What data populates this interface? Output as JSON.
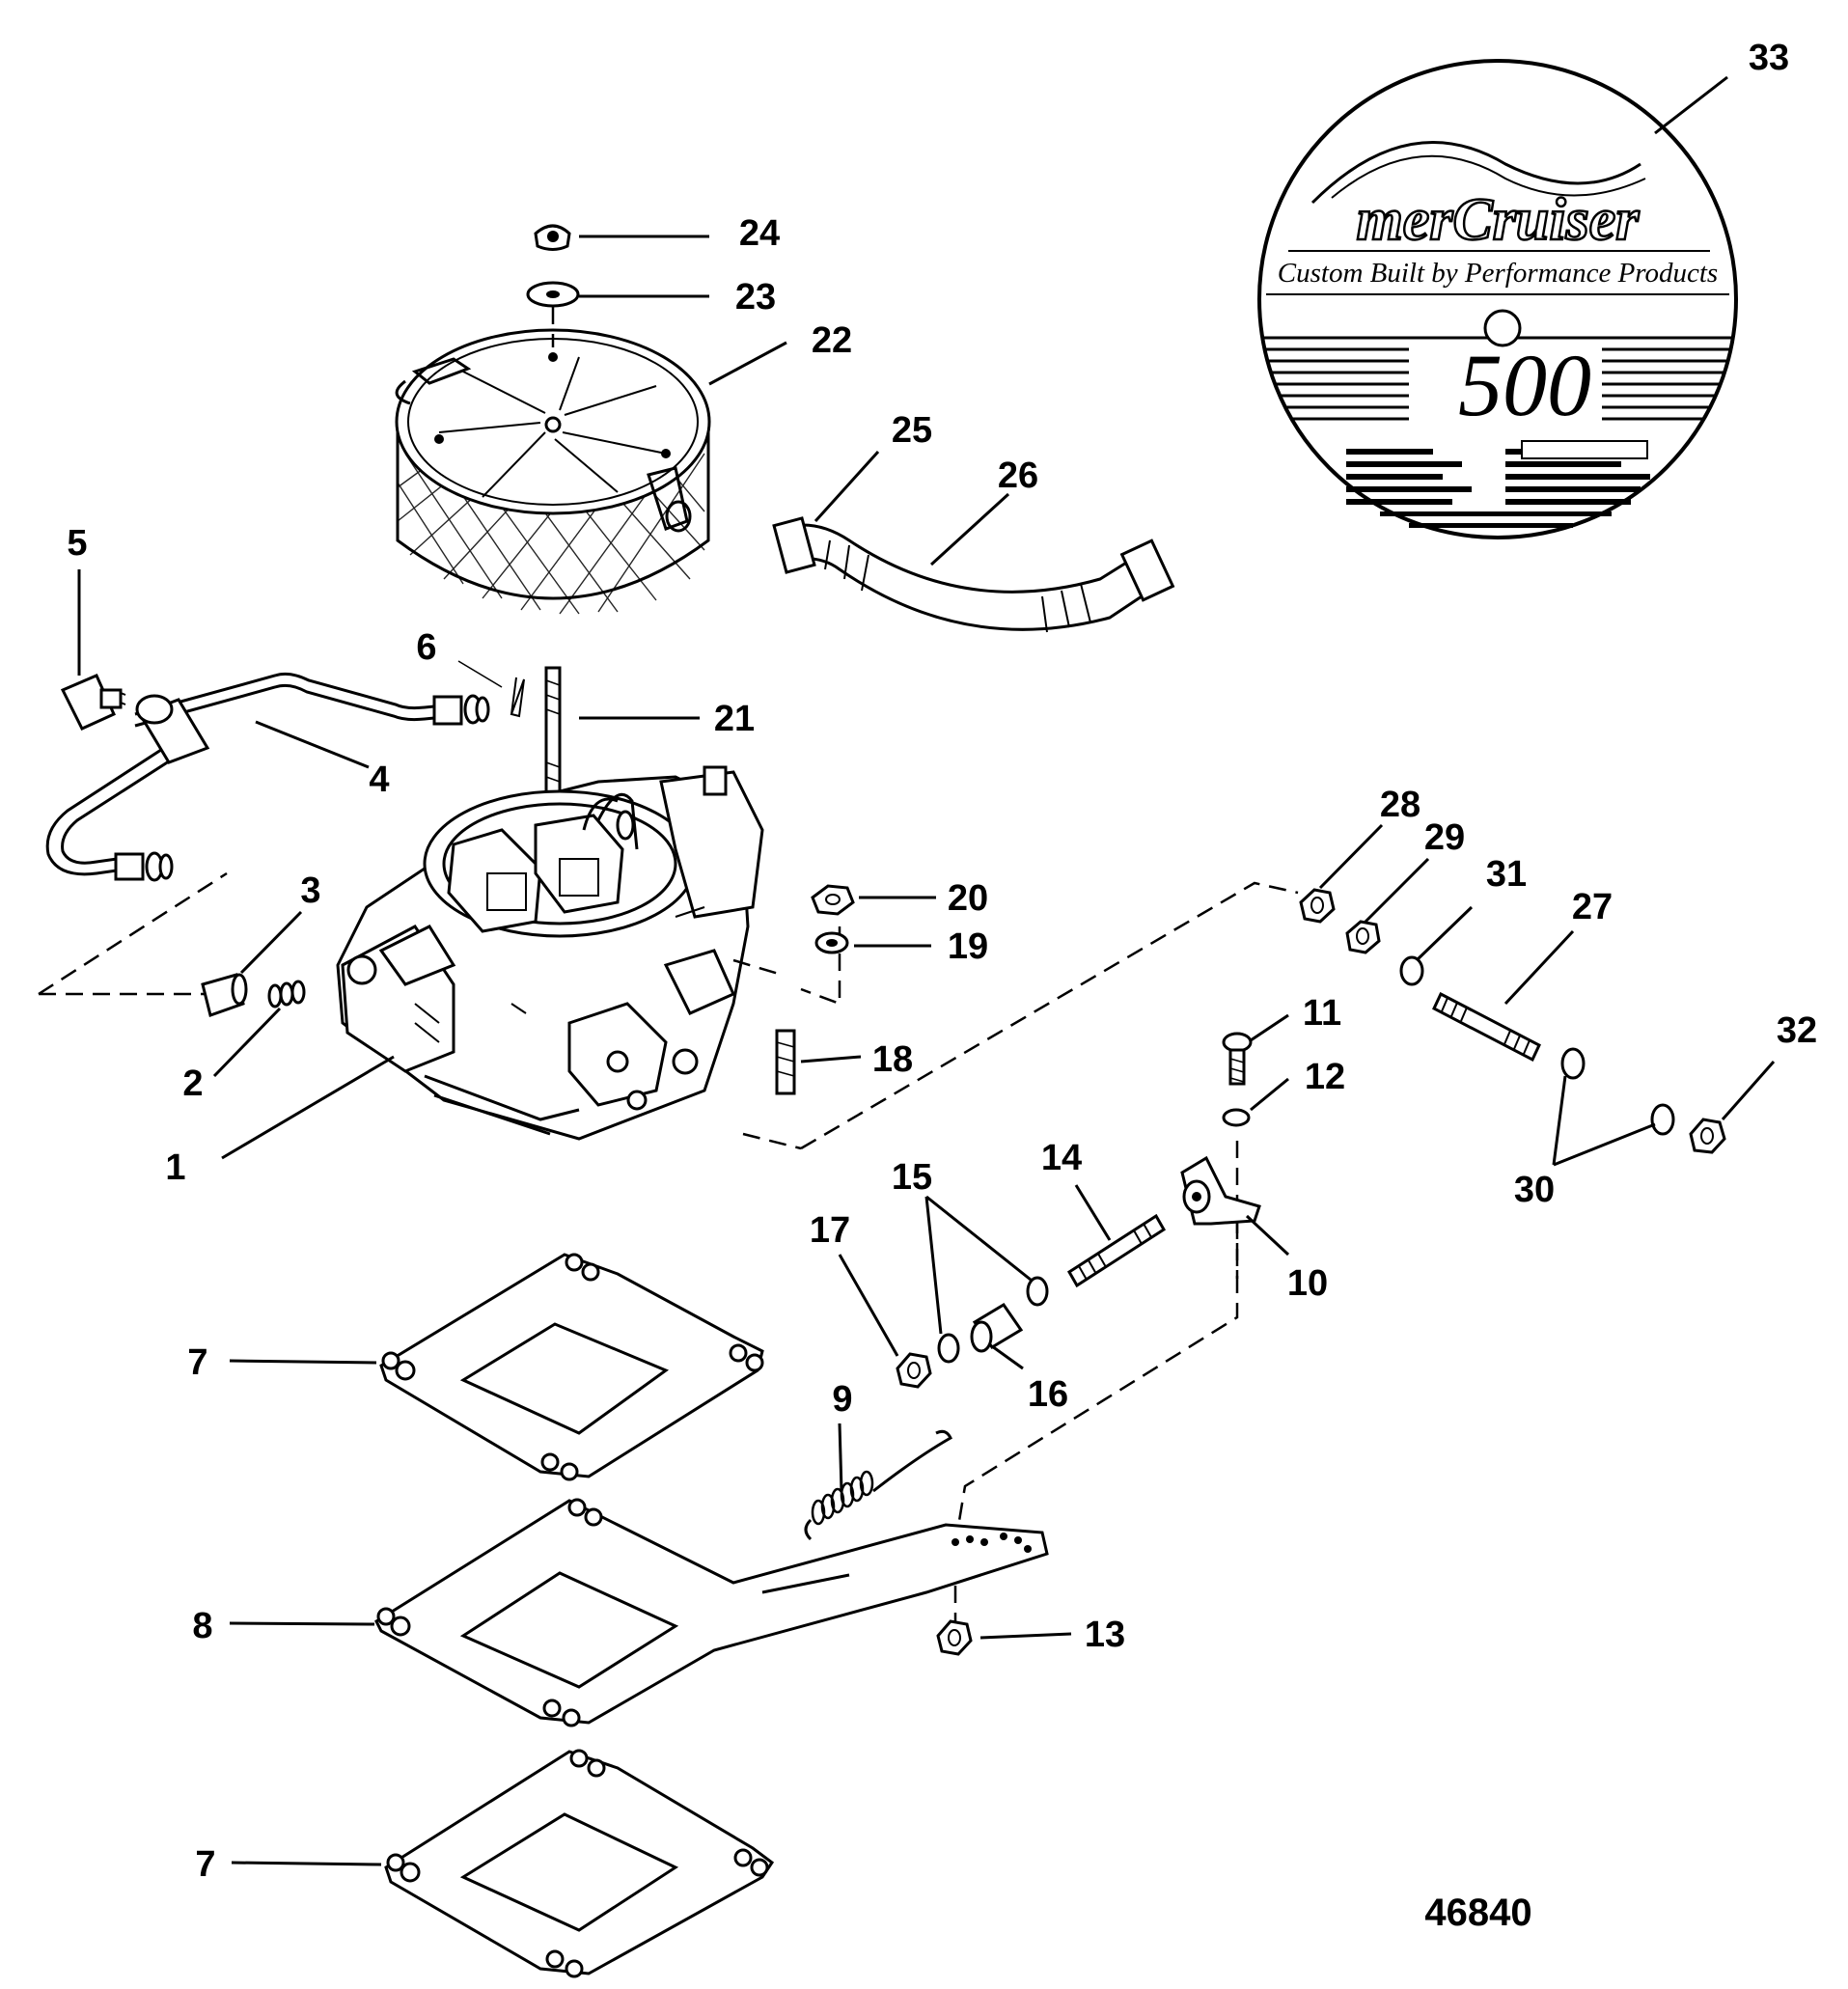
{
  "callouts": [
    "1",
    "2",
    "3",
    "4",
    "5",
    "6",
    "7",
    "7",
    "8",
    "9",
    "10",
    "11",
    "12",
    "13",
    "14",
    "15",
    "16",
    "17",
    "18",
    "19",
    "20",
    "21",
    "22",
    "23",
    "24",
    "25",
    "26",
    "27",
    "28",
    "29",
    "30",
    "31",
    "32",
    "33"
  ],
  "decal": {
    "brand": "merCruiser",
    "tagline": "Custom Built by Performance Products",
    "model": "500"
  },
  "reference_number": "46840"
}
